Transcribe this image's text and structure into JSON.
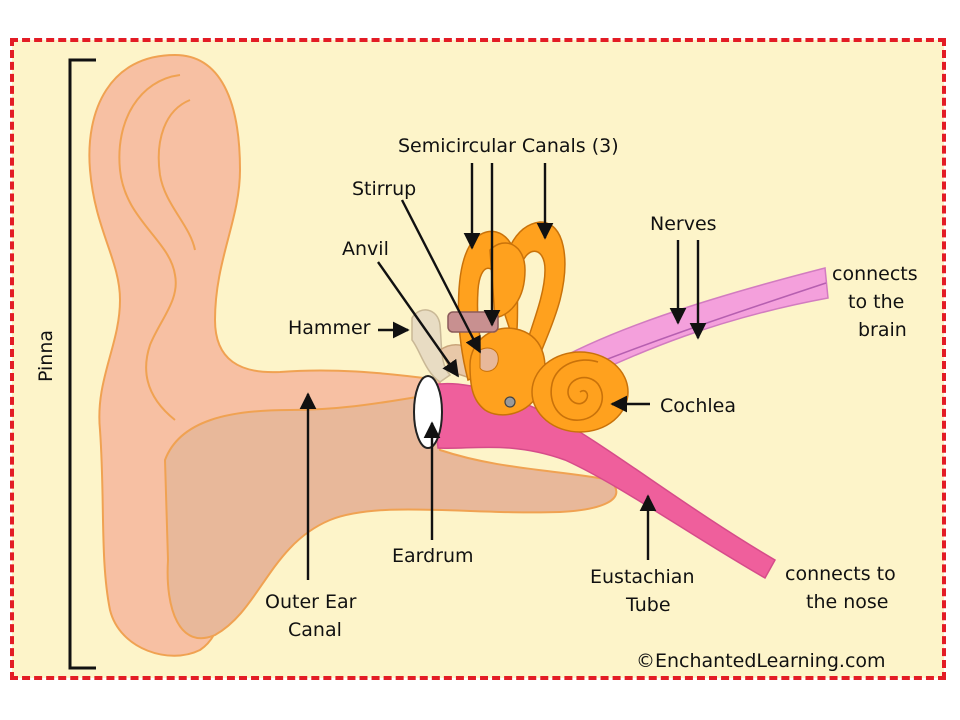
{
  "labels": {
    "pinna": "Pinna",
    "semicircular": "Semicircular Canals (3)",
    "stirrup": "Stirrup",
    "anvil": "Anvil",
    "hammer": "Hammer",
    "nerves": "Nerves",
    "brain_1": "connects",
    "brain_2": "to the",
    "brain_3": "brain",
    "cochlea": "Cochlea",
    "eardrum": "Eardrum",
    "outer_1": "Outer Ear",
    "outer_2": "Canal",
    "eustachian_1": "Eustachian",
    "eustachian_2": "Tube",
    "nose_1": "connects to",
    "nose_2": "the nose"
  },
  "copyright": "©EnchantedLearning.com",
  "colors": {
    "background": "#fdf4c9",
    "border": "#e31c25",
    "skin": "#f7c0a3",
    "canal": "#e8b89a",
    "orange": "#ffa11e",
    "pink": "#ef5f9c",
    "nerve": "#f4a0dc"
  }
}
